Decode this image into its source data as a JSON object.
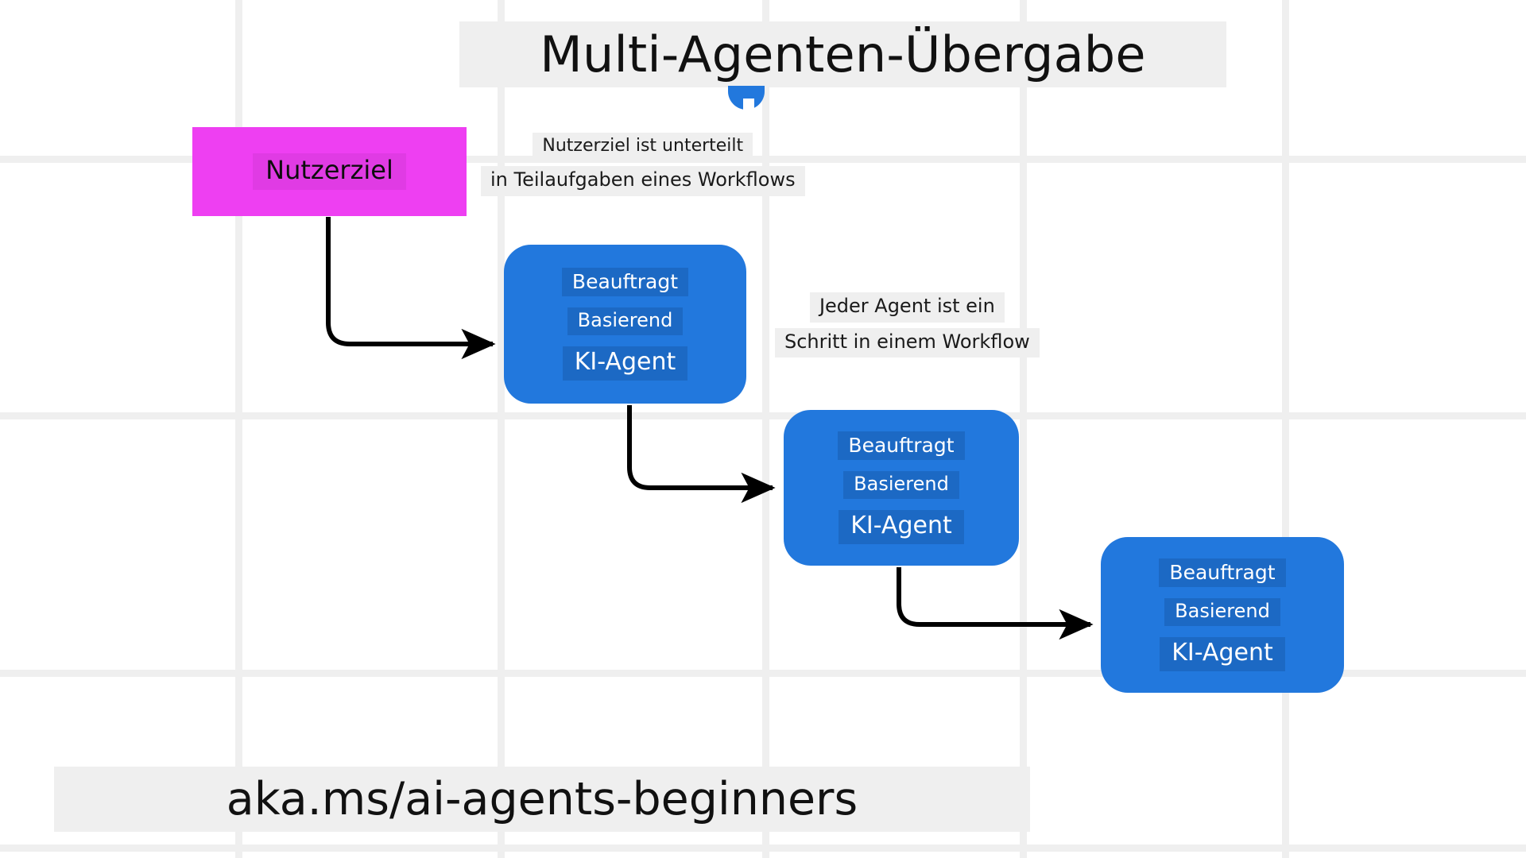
{
  "page": {
    "title": "Multi-Agenten-Übergabe",
    "footer_url": "aka.ms/ai-agents-beginners",
    "background_color": "#ffffff",
    "grid_color": "#efefef",
    "band_color": "#efefef"
  },
  "nodes": {
    "user_goal": {
      "label": "Nutzerziel",
      "color": "#ee3ff2",
      "shape": "rectangle"
    },
    "agent_color": "#2278dd",
    "agents": [
      {
        "line1": "Beauftragt",
        "line2": "Basierend",
        "line3": "KI-Agent"
      },
      {
        "line1": "Beauftragt",
        "line2": "Basierend",
        "line3": "KI-Agent"
      },
      {
        "line1": "Beauftragt",
        "line2": "Basierend",
        "line3": "KI-Agent"
      }
    ]
  },
  "notes": [
    {
      "line1": "Nutzerziel ist unterteilt",
      "line2": "in Teilaufgaben eines Workflows"
    },
    {
      "line1": "Jeder Agent ist ein",
      "line2": "Schritt in einem Workflow"
    }
  ],
  "connectors": [
    {
      "from": "user_goal",
      "to": "agent-1",
      "style": "elbow-arrow"
    },
    {
      "from": "agent-1",
      "to": "agent-2",
      "style": "elbow-arrow"
    },
    {
      "from": "agent-2",
      "to": "agent-3",
      "style": "elbow-arrow"
    }
  ]
}
